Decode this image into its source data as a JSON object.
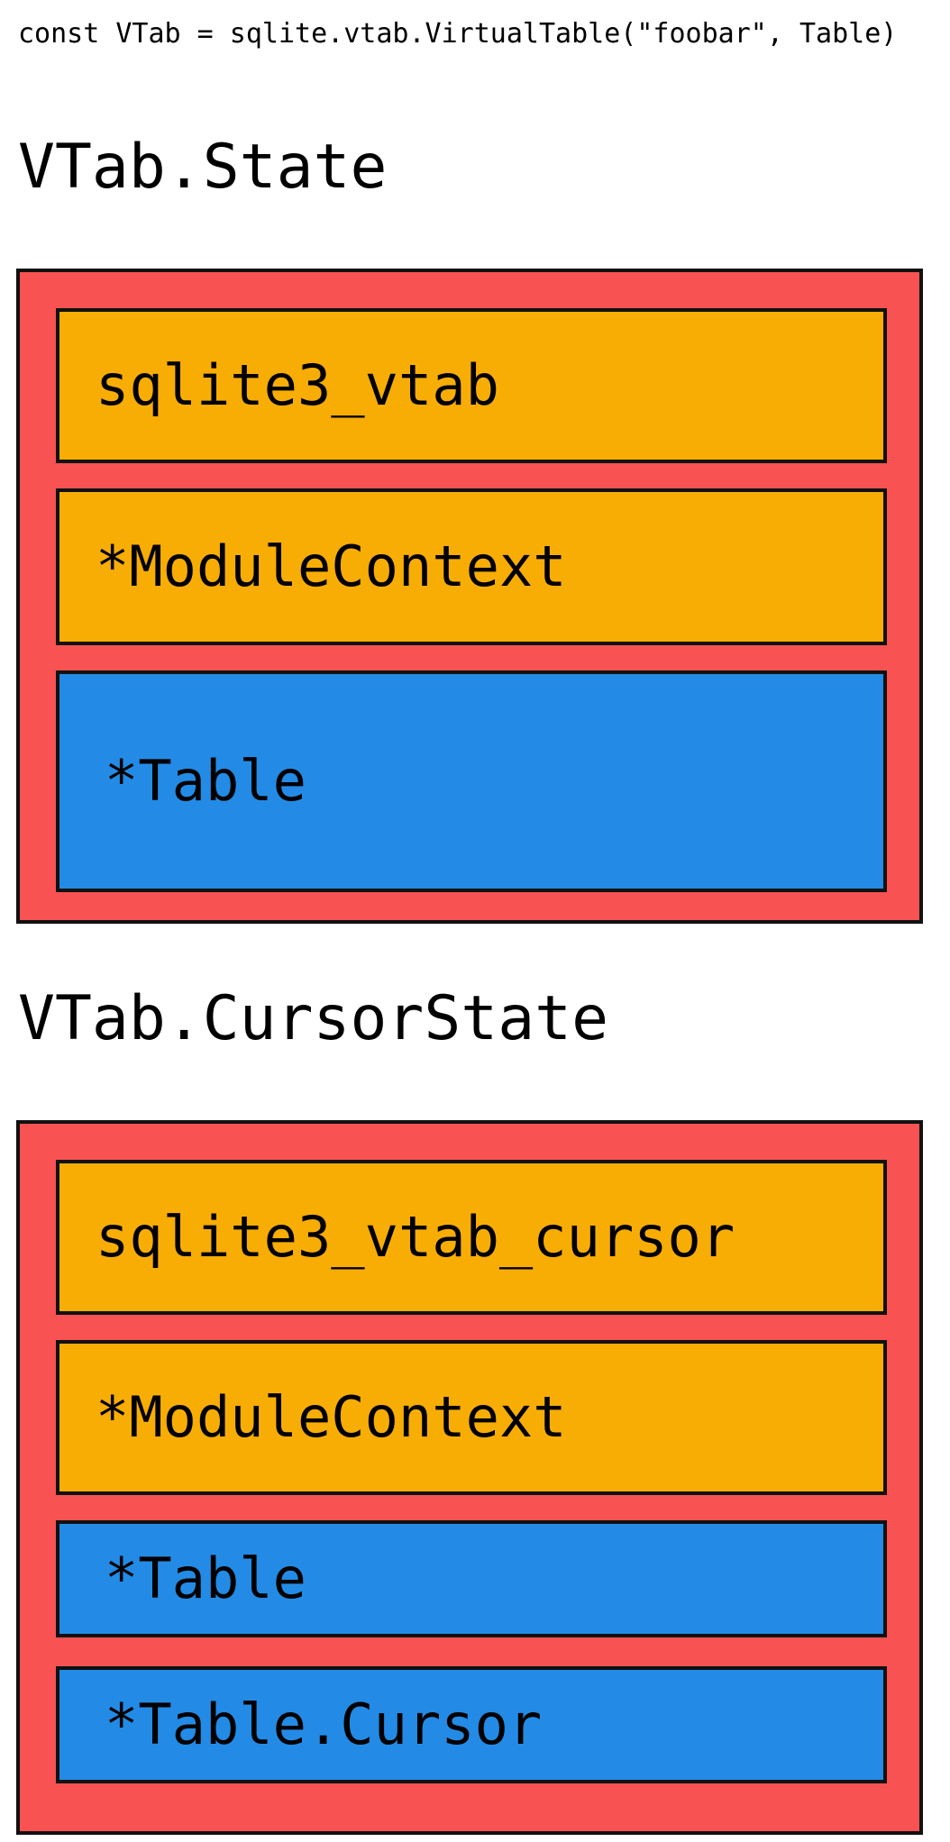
{
  "code": "const VTab = sqlite.vtab.VirtualTable(\"foobar\", Table)",
  "colors": {
    "container": "#f95252",
    "field_orange": "#f8ad05",
    "field_blue": "#238be5",
    "stroke": "#111111"
  },
  "structs": [
    {
      "title": "VTab.State",
      "fields": [
        {
          "label": "sqlite3_vtab",
          "color": "#f8ad05"
        },
        {
          "label": "*ModuleContext",
          "color": "#f8ad05"
        },
        {
          "label": "*Table",
          "color": "#238be5"
        }
      ]
    },
    {
      "title": "VTab.CursorState",
      "fields": [
        {
          "label": "sqlite3_vtab_cursor",
          "color": "#f8ad05"
        },
        {
          "label": "*ModuleContext",
          "color": "#f8ad05"
        },
        {
          "label": "*Table",
          "color": "#238be5"
        },
        {
          "label": "*Table.Cursor",
          "color": "#238be5"
        }
      ]
    }
  ]
}
